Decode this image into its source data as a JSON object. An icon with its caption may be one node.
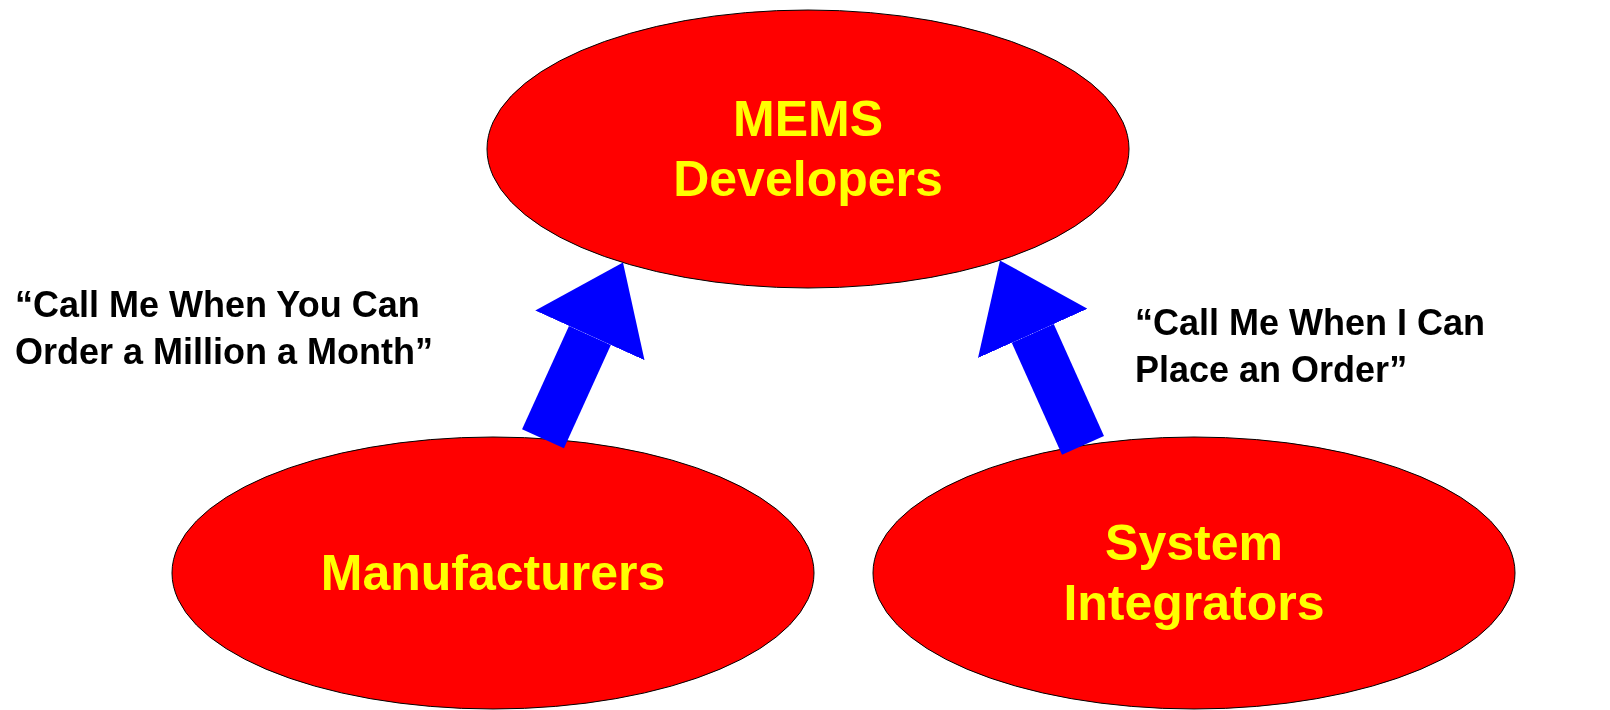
{
  "diagram": {
    "nodes": [
      {
        "text": [
          "MEMS Developers"
        ]
      },
      {
        "text": [
          "Manufacturers"
        ]
      },
      {
        "text": [
          "System Integrators"
        ]
      }
    ],
    "edges": [
      {
        "from": 1,
        "to": 0,
        "arrow": "to",
        "label": "“Call Me When You Can Order a Million a Month”"
      },
      {
        "from": 2,
        "to": 0,
        "arrow": "to",
        "label": "“Call Me When I Can Place an Order”"
      }
    ]
  }
}
